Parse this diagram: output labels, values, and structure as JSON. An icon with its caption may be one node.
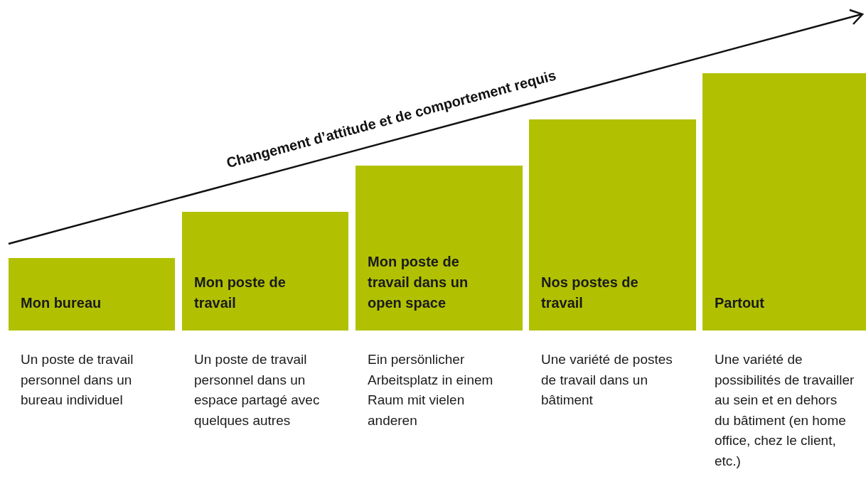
{
  "diagram": {
    "nodes": [
      {
        "text": [
          "Mon bureau"
        ],
        "beside": [
          "Un poste de travail personnel dans un bureau individuel"
        ]
      },
      {
        "text": [
          "Mon poste de travail"
        ],
        "beside": [
          "Un poste de travail personnel dans un espace partagé avec quelques autres"
        ]
      },
      {
        "text": [
          "Mon poste de travail dans un open space"
        ],
        "beside": [
          "Ein persönlicher Arbeitsplatz in einem Raum mit vielen anderen"
        ]
      },
      {
        "text": [
          "Nos postes de travail"
        ],
        "beside": [
          "Une variété de postes de travail dans un bâtiment"
        ]
      },
      {
        "text": [
          "Partout"
        ],
        "beside": [
          "Une variété de possibilités de travailler au sein et en dehors du bâtiment (en home office, chez le client, etc.)"
        ]
      }
    ],
    "edges": [],
    "labels": [
      "Changement d’attitude et de comportement requis"
    ]
  }
}
